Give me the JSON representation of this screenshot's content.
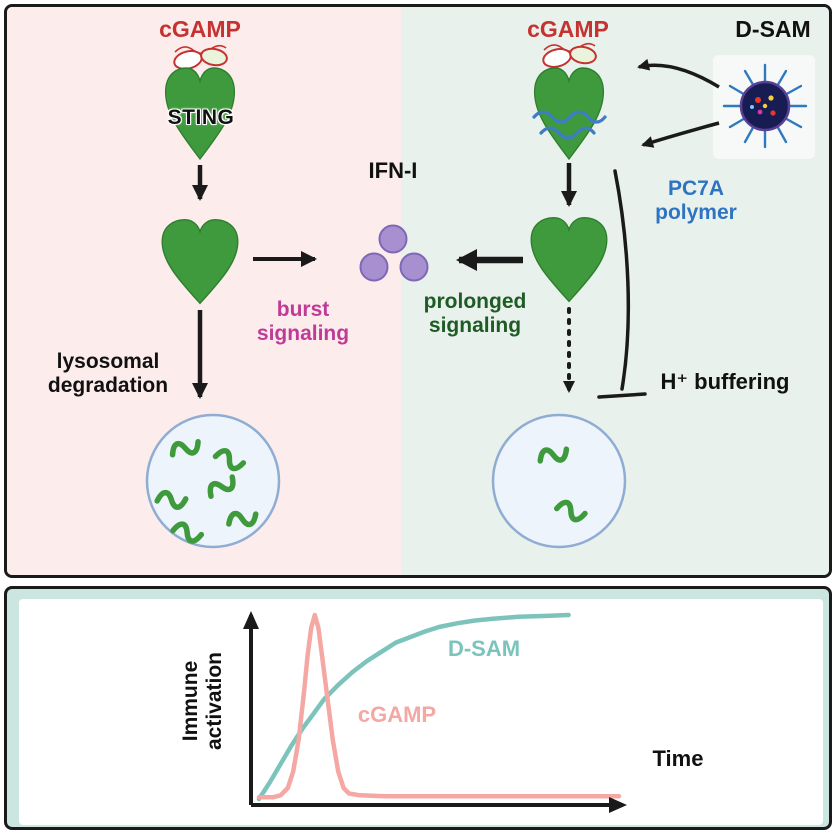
{
  "left_panel": {
    "cgamp_label": "cGAMP",
    "sting_label": "STING",
    "burst_signaling_label": "burst\nsignaling",
    "lysosomal_degradation_label": "lysosomal\ndegradation"
  },
  "center": {
    "ifn_label": "IFN-I"
  },
  "right_panel": {
    "cgamp_label": "cGAMP",
    "dsam_label": "D-SAM",
    "pc7a_polymer_label": "PC7A\npolymer",
    "prolonged_signaling_label": "prolonged\nsignaling",
    "h_buffering_label": "H⁺ buffering"
  },
  "colors": {
    "left_panel_bg": "#fcecec",
    "right_panel_bg": "#e8f1ec",
    "bottom_panel_bg": "#cbe5e0",
    "cgamp_red": "#c5322f",
    "burst_magenta": "#c03b97",
    "prolonged_green": "#1f5b24",
    "pc7a_blue": "#2e74c2",
    "sting_green": "#3e9a3c",
    "ifn_purple": "#a78fd0",
    "lysosome_fill": "#eef4fb",
    "lysosome_border": "#8facd3"
  },
  "chart_data": {
    "type": "line",
    "title": "",
    "xlabel": "Time",
    "ylabel": "Immune\nactivation",
    "x_range": [
      0,
      1
    ],
    "y_range": [
      0,
      1
    ],
    "grid": false,
    "legend": "inline labels on curves",
    "series": [
      {
        "name": "cGAMP",
        "color": "#f5a8a3",
        "x": [
          0,
          0.04,
          0.06,
          0.08,
          0.095,
          0.11,
          0.125,
          0.135,
          0.145,
          0.155,
          0.165,
          0.175,
          0.19,
          0.205,
          0.22,
          0.235,
          0.25,
          0.28,
          0.35,
          0.6,
          1.0
        ],
        "y": [
          0.01,
          0.01,
          0.02,
          0.06,
          0.15,
          0.32,
          0.58,
          0.78,
          0.93,
          1.0,
          0.93,
          0.78,
          0.55,
          0.32,
          0.15,
          0.06,
          0.03,
          0.02,
          0.015,
          0.015,
          0.015
        ]
      },
      {
        "name": "D-SAM",
        "color": "#7cc4bb",
        "x": [
          0,
          0.03,
          0.06,
          0.09,
          0.12,
          0.15,
          0.18,
          0.22,
          0.26,
          0.3,
          0.34,
          0.38,
          0.42,
          0.46,
          0.5,
          0.55,
          0.6,
          0.65,
          0.72,
          0.8,
          0.86
        ],
        "y": [
          0,
          0.09,
          0.19,
          0.29,
          0.38,
          0.46,
          0.54,
          0.62,
          0.69,
          0.75,
          0.8,
          0.85,
          0.88,
          0.91,
          0.935,
          0.955,
          0.97,
          0.98,
          0.99,
          0.995,
          1.0
        ]
      }
    ]
  }
}
